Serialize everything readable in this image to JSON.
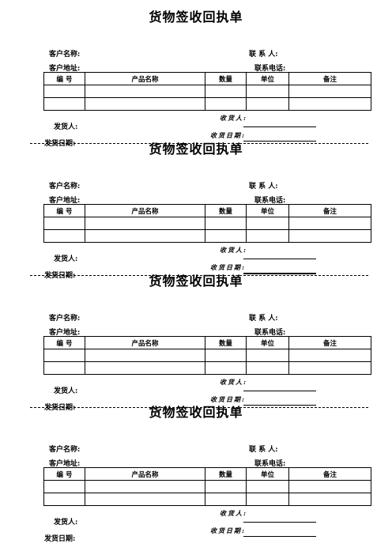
{
  "title": "货物签收回执单",
  "labels": {
    "customer_name": "客户名称:",
    "contact_person": "联 系 人:",
    "customer_address": "客户地址:",
    "contact_phone": "联系电话:",
    "shipper": "发货人:",
    "ship_date": "发货日期:",
    "receiver": "收货人:",
    "receive_date": "收货日期:"
  },
  "table": {
    "headers": [
      "编 号",
      "产品名称",
      "数量",
      "单位",
      "备注"
    ],
    "empty_rows": 2
  },
  "receipt_count": 4
}
